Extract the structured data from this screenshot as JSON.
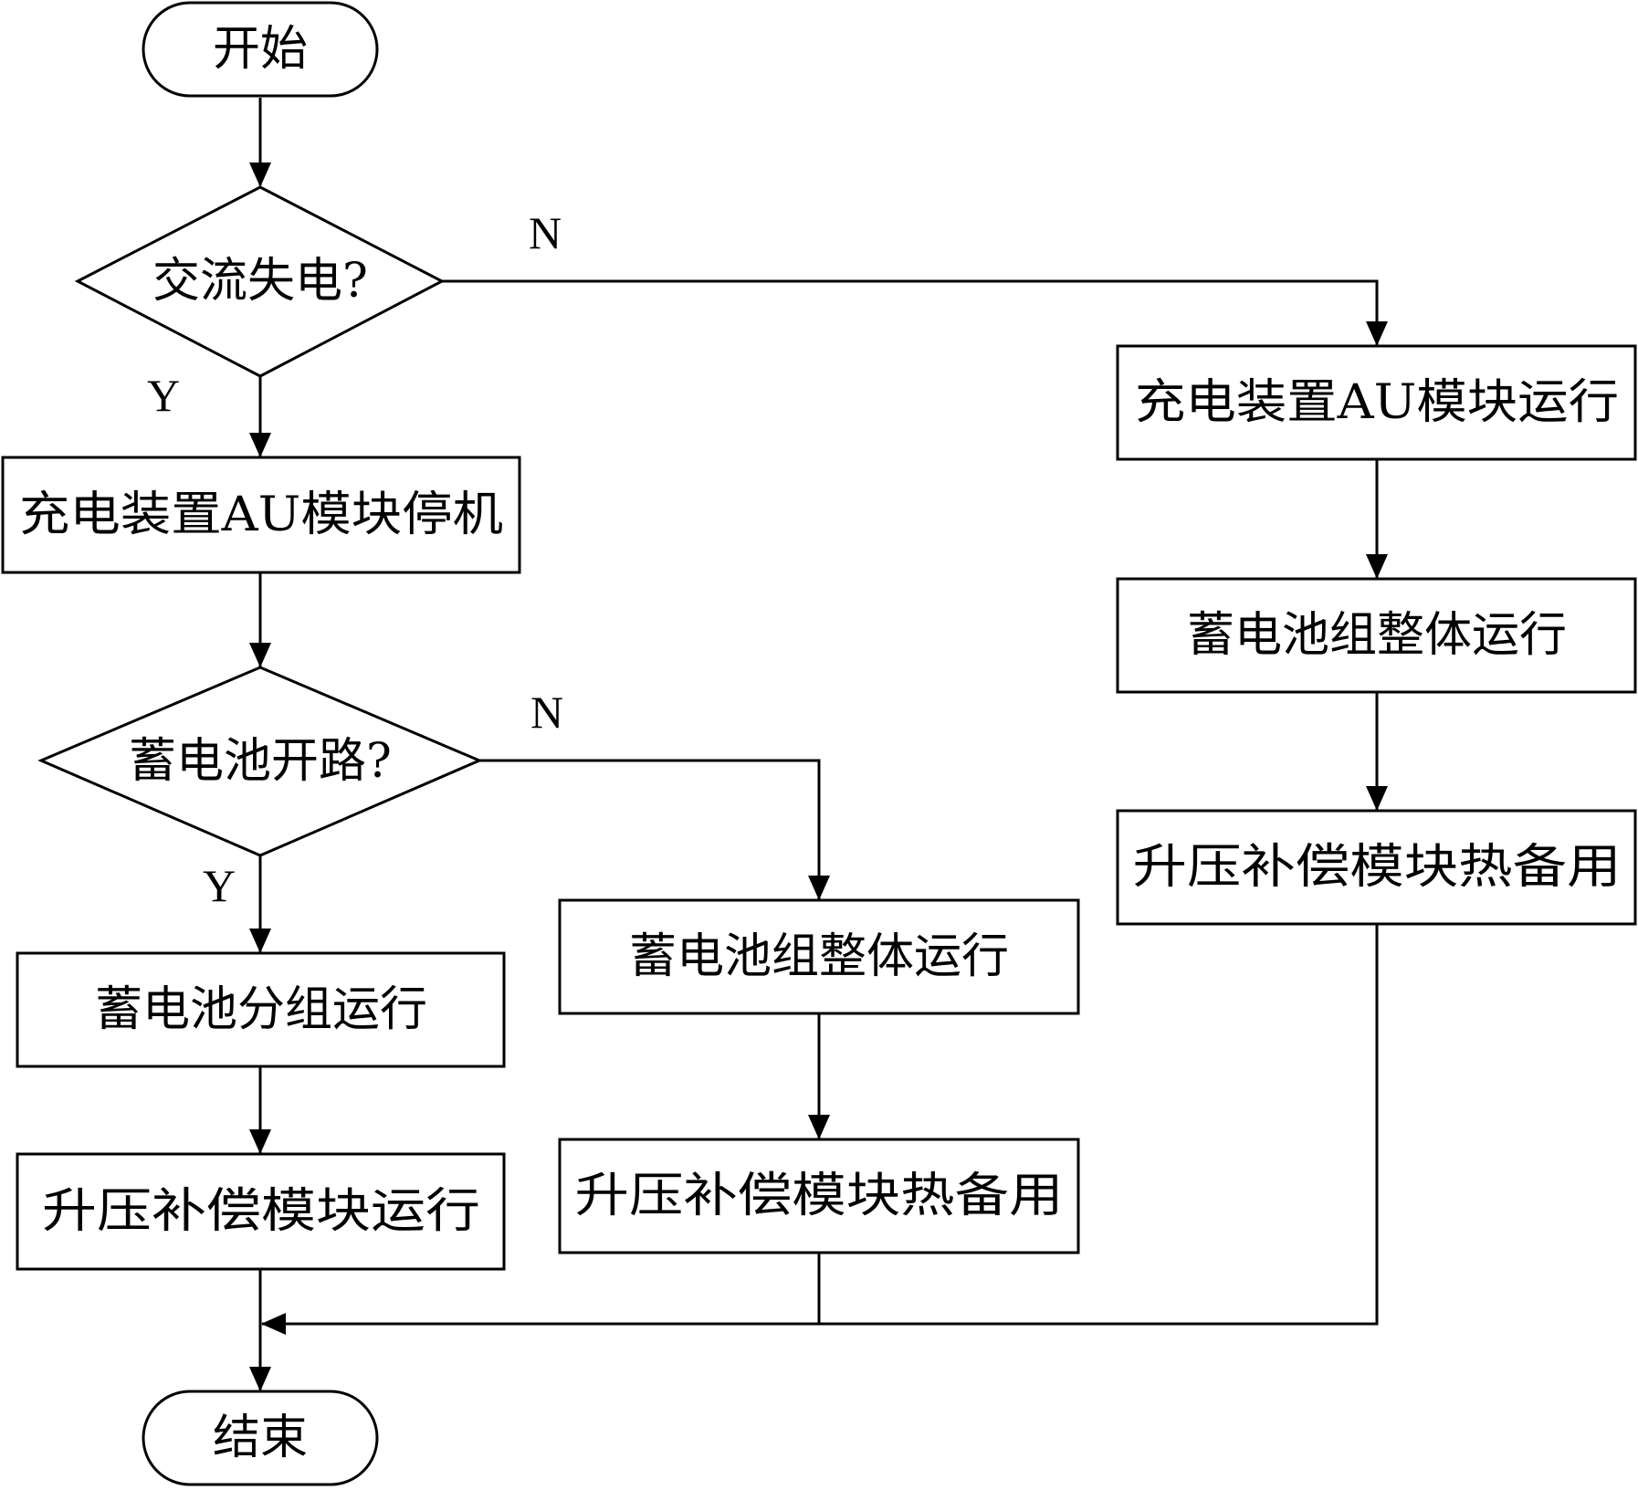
{
  "nodes": {
    "start": "开始",
    "ac_loss": "交流失电?",
    "charger_stop": "充电装置AU模块停机",
    "battery_open": "蓄电池开路?",
    "battery_group_run": "蓄电池分组运行",
    "boost_run": "升压补偿模块运行",
    "battery_whole_run_mid": "蓄电池组整体运行",
    "boost_standby_mid": "升压补偿模块热备用",
    "charger_run": "充电装置AU模块运行",
    "battery_whole_run_right": "蓄电池组整体运行",
    "boost_standby_right": "升压补偿模块热备用",
    "end": "结束"
  },
  "branch_labels": {
    "ac_loss_no": "N",
    "ac_loss_yes": "Y",
    "battery_open_no": "N",
    "battery_open_yes": "Y"
  },
  "colors": {
    "stroke": "#000000",
    "fill": "#ffffff"
  }
}
